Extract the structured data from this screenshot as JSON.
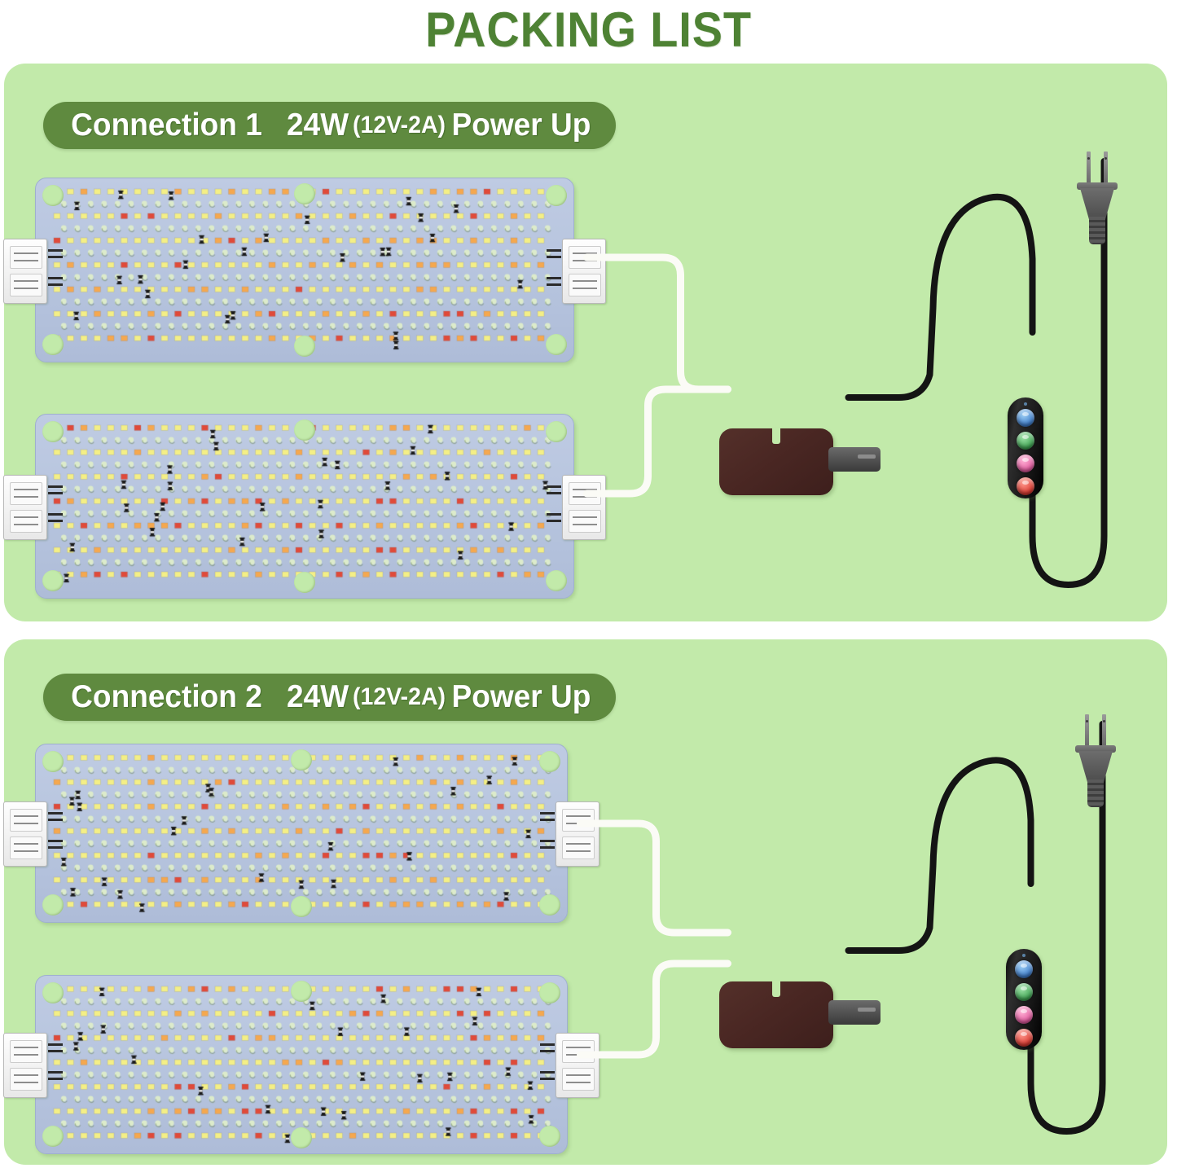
{
  "page": {
    "title": "PACKING LIST",
    "title_color": "#4e8234",
    "background_color": "#ffffff",
    "card_color": "#c2eaaa",
    "pill_color": "#5f8a3f"
  },
  "sections": [
    {
      "id": "connection-1",
      "label_prefix": "Connection 1",
      "label_wattage": "24W",
      "label_spec": "(12V-2A)",
      "label_suffix": "Power Up",
      "panel_count": 2,
      "panels": [
        {
          "name": "led-panel-top",
          "orientation": "horizontal"
        },
        {
          "name": "led-panel-bottom",
          "orientation": "horizontal"
        }
      ],
      "adapter": {
        "name": "power-adapter",
        "color": "#4a2723"
      },
      "controller": {
        "name": "inline-controller",
        "buttons": [
          {
            "name": "blue-button",
            "color": "#3a79c8"
          },
          {
            "name": "green-button",
            "color": "#3aa04e"
          },
          {
            "name": "pink-button",
            "color": "#e0569c"
          },
          {
            "name": "red-button",
            "color": "#d8352c"
          }
        ]
      },
      "plug": {
        "name": "ac-plug",
        "type": "US 2-prong"
      }
    },
    {
      "id": "connection-2",
      "label_prefix": "Connection 2",
      "label_wattage": "24W",
      "label_spec": "(12V-2A)",
      "label_suffix": "Power Up",
      "panel_count": 2,
      "panels": [
        {
          "name": "led-panel-top",
          "orientation": "horizontal"
        },
        {
          "name": "led-panel-bottom",
          "orientation": "horizontal"
        }
      ],
      "adapter": {
        "name": "power-adapter",
        "color": "#4a2723"
      },
      "controller": {
        "name": "inline-controller",
        "buttons": [
          {
            "name": "blue-button",
            "color": "#3a79c8"
          },
          {
            "name": "green-button",
            "color": "#3aa04e"
          },
          {
            "name": "pink-button",
            "color": "#e0569c"
          },
          {
            "name": "red-button",
            "color": "#d8352c"
          }
        ]
      },
      "plug": {
        "name": "ac-plug",
        "type": "US 2-prong"
      }
    }
  ],
  "led_colors": {
    "board": "#b6c4de",
    "warm_white": "#f4ef86",
    "amber": "#f5a84f",
    "deep_red": "#e04a3a",
    "phosphor": "#dcebcb",
    "component": "#1a1a1a"
  },
  "cable_colors": {
    "dc_white": "#fbfbf6",
    "ac_black": "#141414"
  }
}
